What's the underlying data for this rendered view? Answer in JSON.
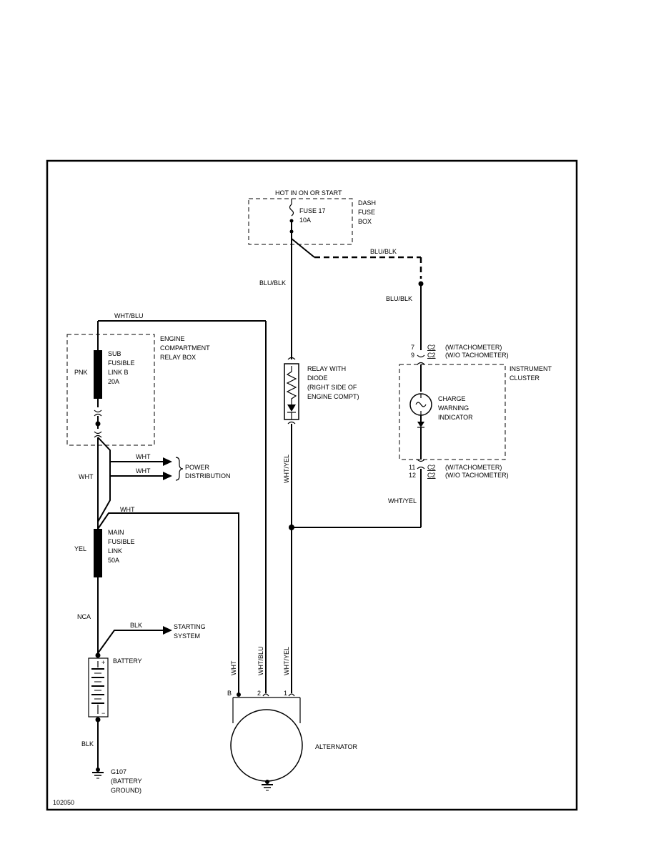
{
  "labels": {
    "hot_in_on_or_start": "HOT IN ON OR START",
    "dash": "DASH",
    "fuse": "FUSE",
    "box": "BOX",
    "fuse17": "FUSE 17",
    "fuse17_rating": "10A",
    "blu_blk": "BLU/BLK",
    "wht_blu": "WHT/BLU",
    "wht": "WHT",
    "wht_yel": "WHT/YEL",
    "pnk": "PNK",
    "yel": "YEL",
    "nca": "NCA",
    "blk": "BLK",
    "engine": "ENGINE",
    "compartment": "COMPARTMENT",
    "relay_box": "RELAY BOX",
    "sub": "SUB",
    "fusible": "FUSIBLE",
    "link_b": "LINK B",
    "link_b_rating": "20A",
    "main": "MAIN",
    "link": "LINK",
    "main_rating": "50A",
    "relay_with": "RELAY WITH",
    "diode": "DIODE",
    "right_side_of": "(RIGHT SIDE OF",
    "engine_compt": "ENGINE COMPT)",
    "instrument": "INSTRUMENT",
    "cluster": "CLUSTER",
    "charge": "CHARGE",
    "warning": "WARNING",
    "indicator": "INDICATOR",
    "c2": "C2",
    "pin7": "7",
    "pin9": "9",
    "pin11": "11",
    "pin12": "12",
    "w_tach": "(W/TACHOMETER)",
    "wo_tach": "(W/O TACHOMETER)",
    "power": "POWER",
    "distribution": "DISTRIBUTION",
    "starting": "STARTING",
    "system": "SYSTEM",
    "battery": "BATTERY",
    "g107": "G107",
    "battery_paren": "(BATTERY",
    "ground_paren": "GROUND)",
    "alternator": "ALTERNATOR",
    "term_b": "B",
    "term_2": "2",
    "term_1": "1",
    "plus": "+",
    "minus": "−",
    "diagram_number": "102050"
  }
}
